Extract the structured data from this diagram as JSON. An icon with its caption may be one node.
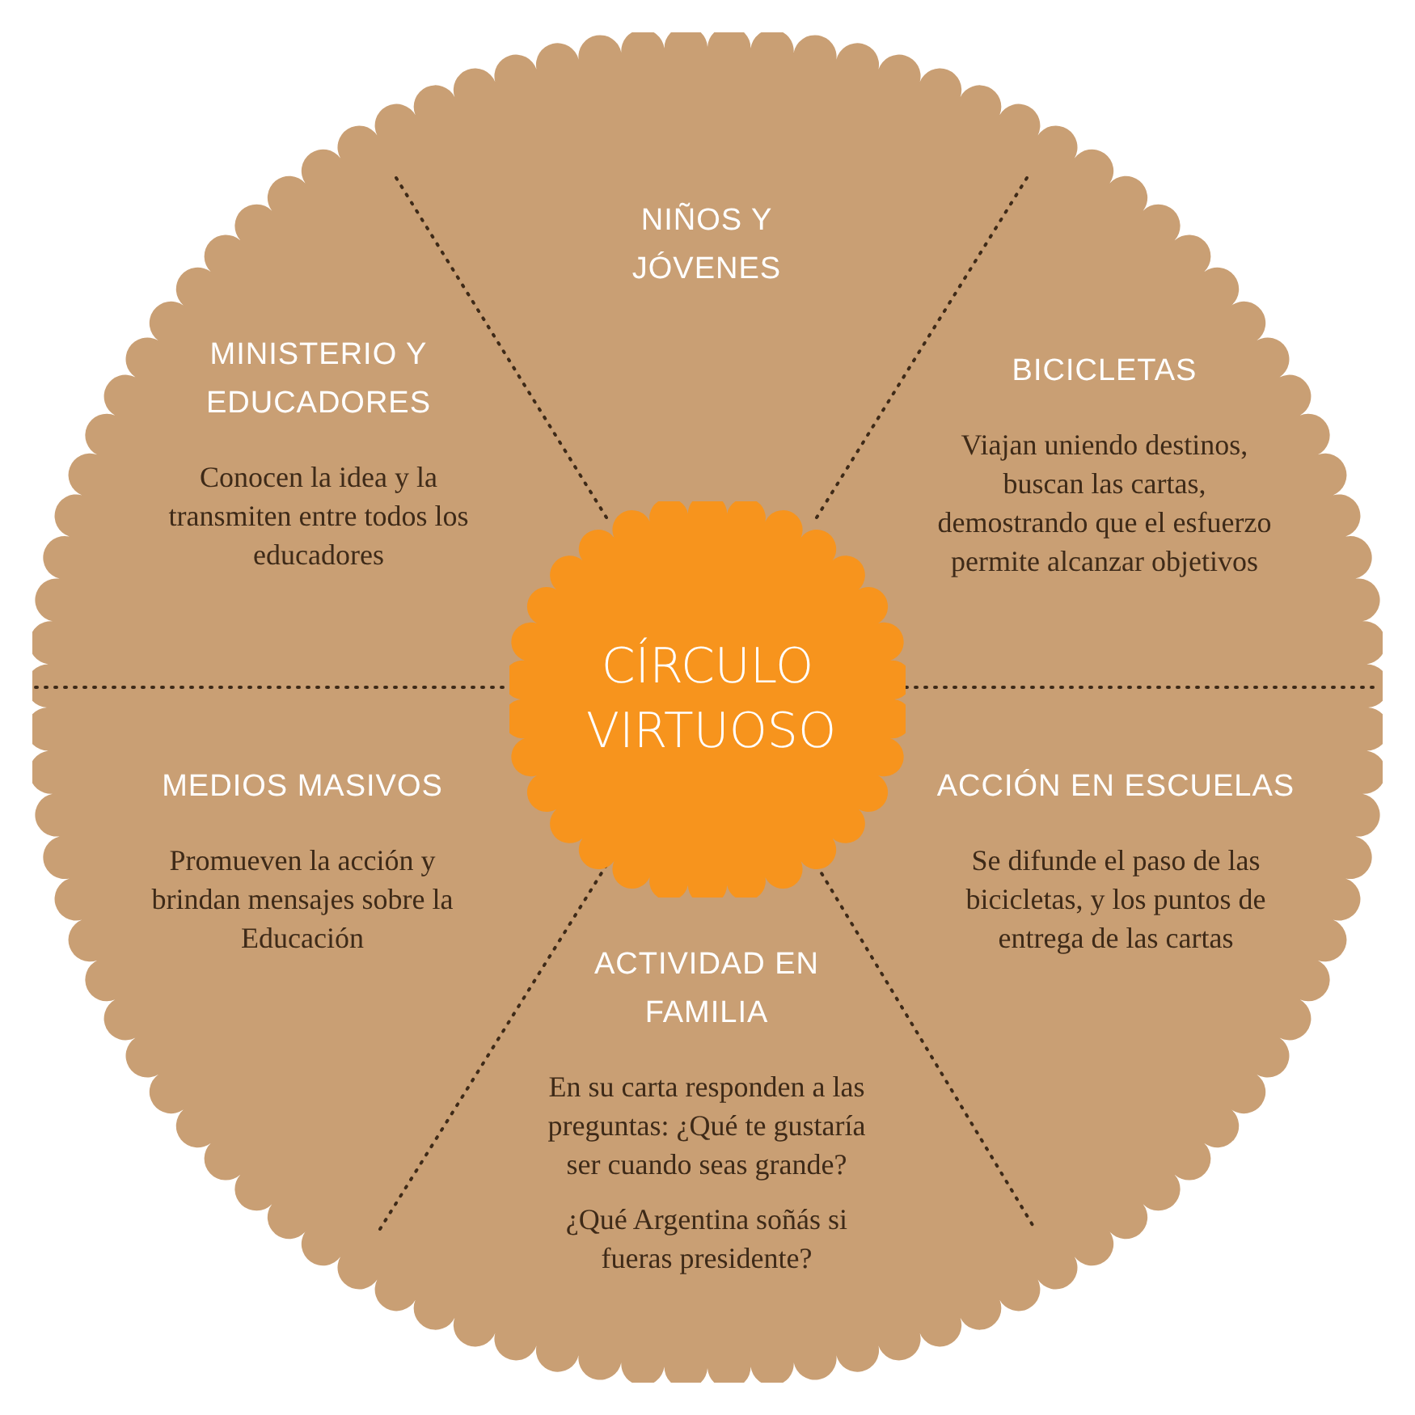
{
  "diagram": {
    "nodes": [
      {
        "text": [],
        "shape": "circle"
      },
      {
        "text": [
          "NIÑOS Y JÓVENES"
        ],
        "in": 0
      },
      {
        "text": [
          "MINISTERIO Y EDUCADORES",
          "Conocen la idea y la transmiten entre todos los educadores"
        ],
        "in": 0
      },
      {
        "text": [
          "BICICLETAS",
          "Viajan uniendo destinos, buscan las cartas, demostrando que el esfuerzo permite alcanzar objetivos"
        ],
        "in": 0
      },
      {
        "text": [
          "CÍRCULO VIRTUOSO"
        ],
        "in": 0
      },
      {
        "text": [
          "MEDIOS MASIVOS",
          "Promueven la acción y brindan mensajes sobre la Educación"
        ],
        "in": 0
      },
      {
        "text": [
          "ACCIÓN EN ESCUELAS",
          "Se difunde el paso de las bicicletas, y los puntos de entrega de las cartas"
        ],
        "in": 0
      },
      {
        "text": [
          "ACTIVIDAD EN FAMILIA",
          "En su carta responden a las preguntas: ¿Qué te gustaría ser cuando seas grande?",
          "¿Qué Argentina soñás si fueras presidente?"
        ],
        "in": 0
      }
    ]
  }
}
